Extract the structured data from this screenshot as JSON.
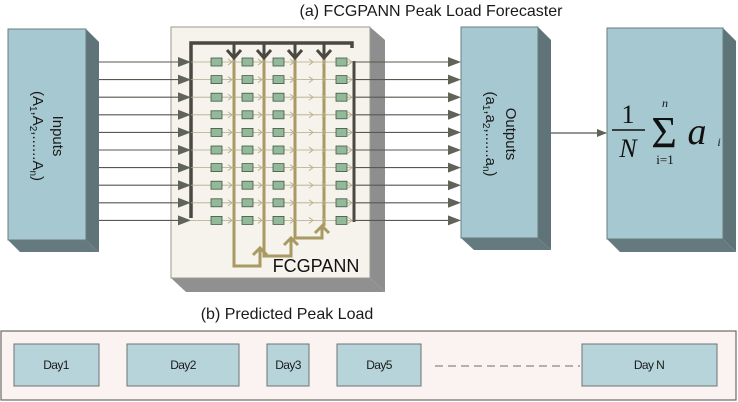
{
  "titles": {
    "forecaster": "(a) FCGPANN Peak Load Forecaster",
    "predicted": "(b) Predicted Peak Load"
  },
  "inputs_block": {
    "label": "Inputs",
    "sublabel_prefix": "(A",
    "sublabel": "(A1,A2,......An)",
    "parts": [
      "(A",
      "1",
      ",A",
      "2",
      ",......A",
      "n",
      ")"
    ]
  },
  "network_block": {
    "label": "FCGPANN",
    "rows": 10,
    "node_columns": 4
  },
  "outputs_block": {
    "label": "Outputs",
    "sublabel": "(a1,a2,......an)",
    "parts": [
      "(a",
      "1",
      ",a",
      "2",
      ",......a",
      "n",
      ")"
    ]
  },
  "formula_block": {
    "numerator": "1",
    "denominator": "N",
    "operator": "Σ",
    "upper_limit": "n",
    "lower_limit": "i=1",
    "term": "a",
    "term_subscript": "i",
    "text": "1/N Σ_{i=1}^{n} a_i"
  },
  "days": [
    {
      "label": "Day1"
    },
    {
      "label": "Day2"
    },
    {
      "label": "Day3"
    },
    {
      "label": "Day5"
    },
    {
      "label": "Day N"
    }
  ],
  "colors": {
    "block_face": "#a6c8d0",
    "block_side": "#5e7478",
    "block_bottom": "#647a7e",
    "network_face": "#f6f3ec",
    "network_side": "#8e8e8e",
    "node_fill": "#93b89a",
    "gold_path": "#a89a62",
    "dark_bus": "#4a4840",
    "arrow": "#606458",
    "panel_bg": "#fbf2f2",
    "day_fill": "#b7d4da"
  }
}
